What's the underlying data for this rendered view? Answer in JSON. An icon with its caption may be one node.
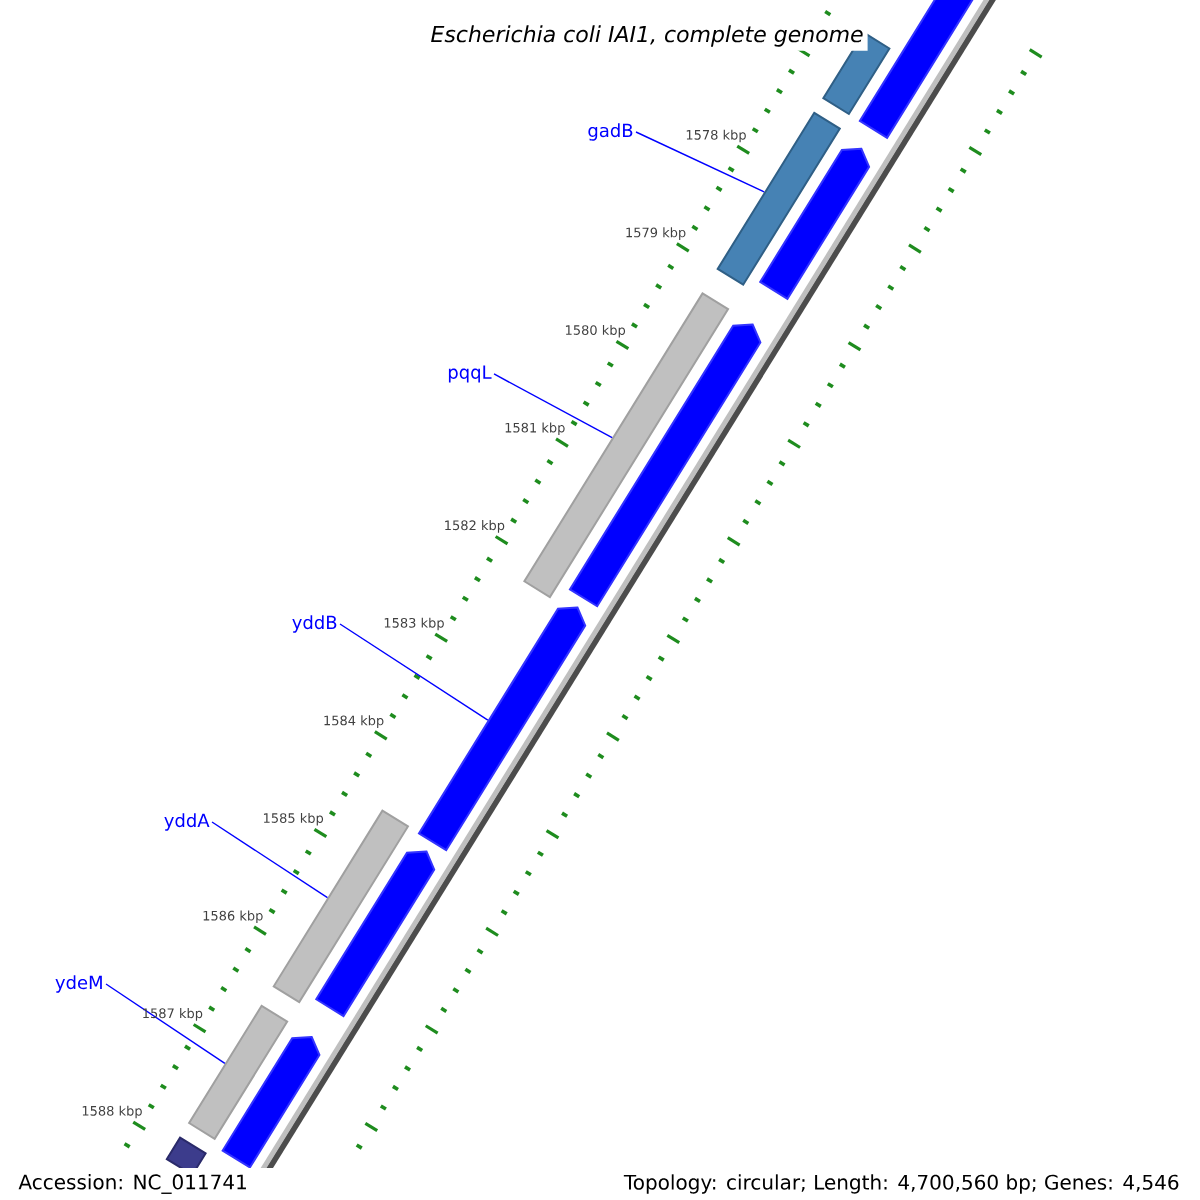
{
  "diagram": {
    "title": "Escherichia coli IAI1, complete genome",
    "nodes": [
      {
        "text": [
          "gadB"
        ]
      },
      {
        "text": [
          "pqqL"
        ]
      },
      {
        "text": [
          "yddB"
        ]
      },
      {
        "text": [
          "yddA"
        ]
      },
      {
        "text": [
          "ydeM"
        ]
      },
      {
        "text": [],
        "shape": "bar"
      },
      {
        "text": [],
        "shape": "bar"
      },
      {
        "text": [],
        "shape": "bar"
      },
      {
        "text": [],
        "shape": "bar"
      },
      {
        "text": [],
        "shape": "bar"
      },
      {
        "text": [],
        "shape": "bar"
      },
      {
        "text": [],
        "shape": "bar"
      },
      {
        "text": [],
        "shape": "bar"
      },
      {
        "text": [],
        "shape": "bar"
      },
      {
        "text": [],
        "shape": "bar"
      },
      {
        "text": [],
        "shape": "bar"
      },
      {
        "text": [],
        "shape": "bar"
      }
    ],
    "edges": [
      {
        "from": 0,
        "to": 7,
        "arrow": "none"
      },
      {
        "from": 1,
        "to": 9,
        "arrow": "none"
      },
      {
        "from": 2,
        "to": 11,
        "arrow": "none"
      },
      {
        "from": 3,
        "to": 12,
        "arrow": "none"
      },
      {
        "from": 4,
        "to": 14,
        "arrow": "none"
      }
    ],
    "labels": [
      "1578 kbp",
      "1579 kbp",
      "1580 kbp",
      "1581 kbp",
      "1582 kbp",
      "1583 kbp",
      "1584 kbp",
      "1585 kbp",
      "1586 kbp",
      "1587 kbp",
      "1588 kbp",
      "Accession: NC_011741",
      "Topology: circular; Length: 4,700,560 bp; Genes: 4,546"
    ]
  }
}
